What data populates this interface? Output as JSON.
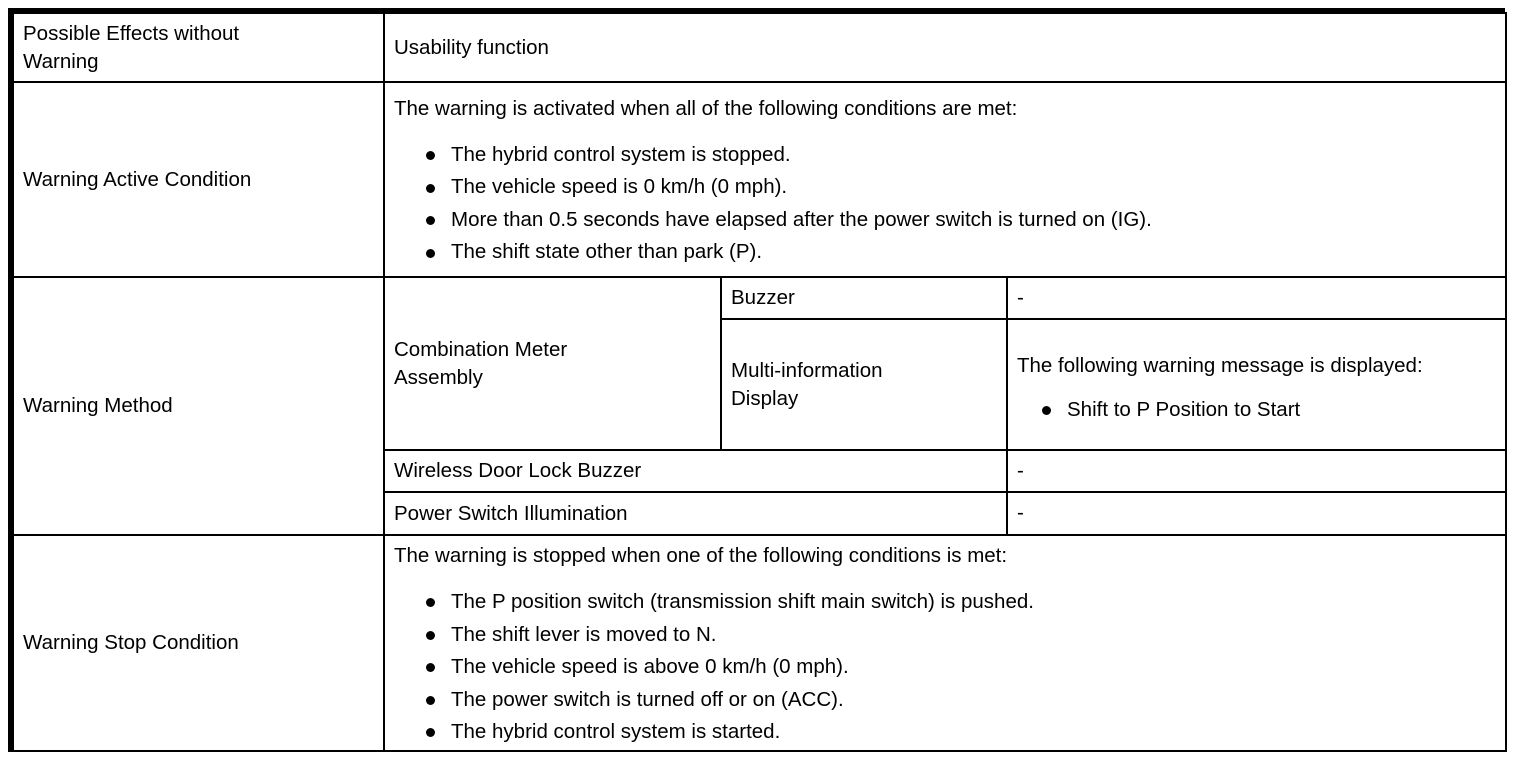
{
  "document": {
    "type": "specification-table",
    "rows": [
      {
        "label": "Possible Effects without Warning",
        "value": "Usability function"
      },
      {
        "label": "Warning Active Condition",
        "intro": "The warning is activated when all of the following conditions are met:",
        "bullets": [
          "The hybrid control system is stopped.",
          "The vehicle speed is 0 km/h (0 mph).",
          "More than 0.5 seconds have elapsed after the power switch is turned on (IG).",
          "The shift state other than park (P)."
        ]
      },
      {
        "label": "Warning Method",
        "methods": [
          {
            "device": "Combination Meter Assembly",
            "channels": [
              {
                "name": "Buzzer",
                "result": "-"
              },
              {
                "name": "Multi-information Display",
                "result_intro": "The following warning message is displayed:",
                "result_bullets": [
                  "Shift to P Position to Start"
                ]
              }
            ]
          },
          {
            "device": "Wireless Door Lock Buzzer",
            "result": "-"
          },
          {
            "device": "Power Switch Illumination",
            "result": "-"
          }
        ]
      },
      {
        "label": "Warning Stop Condition",
        "intro": "The warning is stopped when one of the following conditions is met:",
        "bullets": [
          "The P position switch (transmission shift main switch) is pushed.",
          "The shift lever is moved to N.",
          "The vehicle speed is above 0 km/h (0 mph).",
          "The power switch is turned off or on (ACC).",
          "The hybrid control system is started."
        ]
      }
    ]
  },
  "colors": {
    "border": "#000000",
    "text": "#000000",
    "background": "#ffffff"
  }
}
